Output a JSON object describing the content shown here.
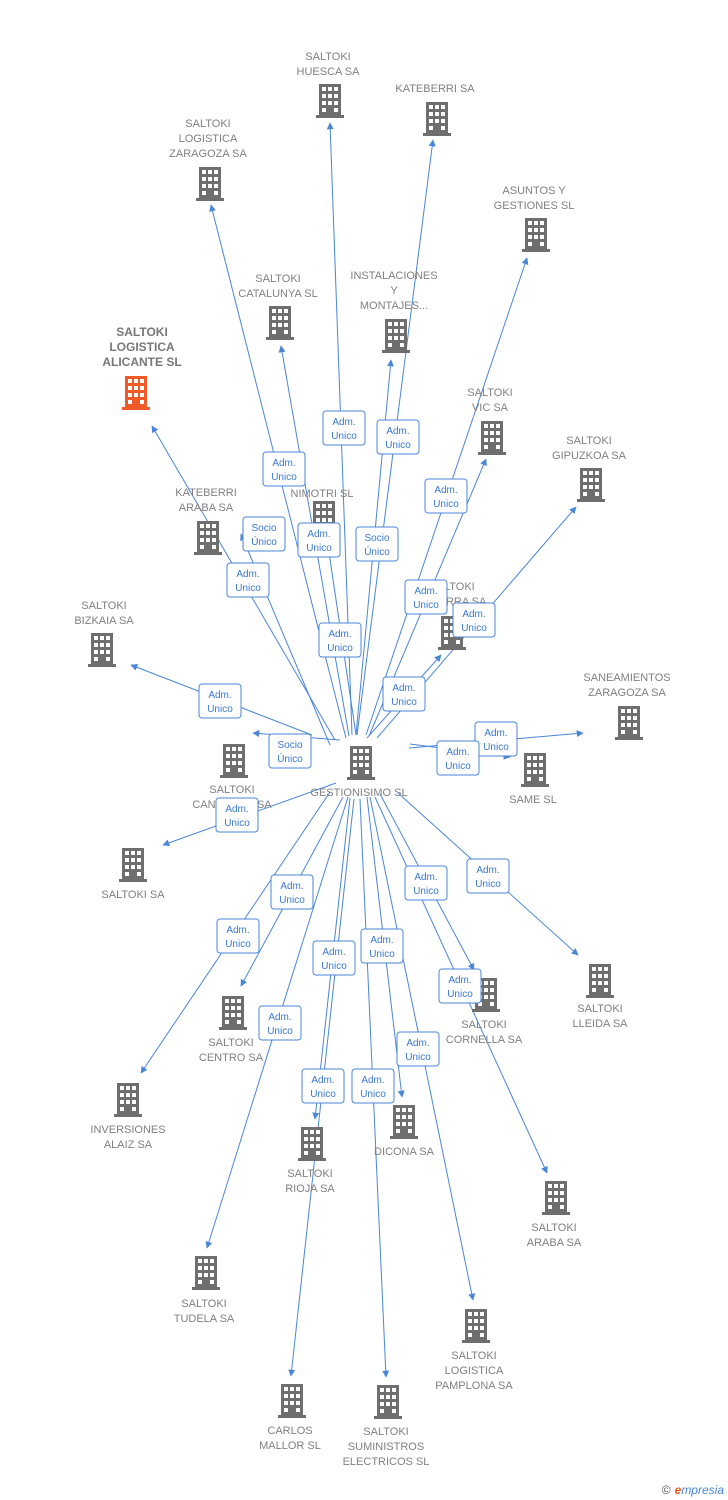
{
  "colors": {
    "edge": "#4a86d6",
    "building": "#6e6e6e",
    "focus_building": "#f05a28"
  },
  "nodes": [
    {
      "id": "gestionisimo",
      "lines": [
        "GESTIONISIMO SL"
      ]
    },
    {
      "id": "huesca",
      "lines": [
        "SALTOKI",
        "HUESCA SA"
      ]
    },
    {
      "id": "kateberri",
      "lines": [
        "KATEBERRI SA"
      ]
    },
    {
      "id": "zaragoza_log",
      "lines": [
        "SALTOKI",
        "LOGISTICA",
        "ZARAGOZA SA"
      ]
    },
    {
      "id": "asuntos",
      "lines": [
        "ASUNTOS Y",
        "GESTIONES SL"
      ]
    },
    {
      "id": "catalunya",
      "lines": [
        "SALTOKI",
        "CATALUNYA SL"
      ]
    },
    {
      "id": "instalaciones",
      "lines": [
        "INSTALACIONES",
        "Y",
        "MONTAJES..."
      ]
    },
    {
      "id": "alicante",
      "lines": [
        "SALTOKI",
        "LOGISTICA",
        "ALICANTE  SL"
      ],
      "focus": true
    },
    {
      "id": "vic",
      "lines": [
        "SALTOKI",
        "VIC SA"
      ]
    },
    {
      "id": "gipuzkoa",
      "lines": [
        "SALTOKI",
        "GIPUZKOA SA"
      ]
    },
    {
      "id": "kateberri_araba",
      "lines": [
        "KATEBERRI",
        "ARABA SA"
      ]
    },
    {
      "id": "nimotri",
      "lines": [
        "NIMOTRI SL"
      ]
    },
    {
      "id": "navarra",
      "lines": [
        "SALTOKI",
        "NAVARRA SA"
      ]
    },
    {
      "id": "bizkaia",
      "lines": [
        "SALTOKI",
        "BIZKAIA SA"
      ]
    },
    {
      "id": "saneamientos",
      "lines": [
        "SANEAMIENTOS",
        "ZARAGOZA SA"
      ]
    },
    {
      "id": "cantabria",
      "lines": [
        "SALTOKI",
        "CANTABRIA SA"
      ]
    },
    {
      "id": "same",
      "lines": [
        "SAME SL"
      ]
    },
    {
      "id": "saltoki_sa",
      "lines": [
        "SALTOKI SA"
      ]
    },
    {
      "id": "lleida",
      "lines": [
        "SALTOKI",
        "LLEIDA SA"
      ]
    },
    {
      "id": "cornella",
      "lines": [
        "SALTOKI",
        "CORNELLA SA"
      ]
    },
    {
      "id": "centro",
      "lines": [
        "SALTOKI",
        "CENTRO SA"
      ]
    },
    {
      "id": "alaiz",
      "lines": [
        "INVERSIONES",
        "ALAIZ SA"
      ]
    },
    {
      "id": "dicona",
      "lines": [
        "DICONA SA"
      ]
    },
    {
      "id": "rioja",
      "lines": [
        "SALTOKI",
        "RIOJA SA"
      ]
    },
    {
      "id": "araba",
      "lines": [
        "SALTOKI",
        "ARABA SA"
      ]
    },
    {
      "id": "tudela",
      "lines": [
        "SALTOKI",
        "TUDELA SA"
      ]
    },
    {
      "id": "pamplona",
      "lines": [
        "SALTOKI",
        "LOGISTICA",
        "PAMPLONA SA"
      ]
    },
    {
      "id": "mallor",
      "lines": [
        "CARLOS",
        "MALLOR SL"
      ]
    },
    {
      "id": "suministros",
      "lines": [
        "SALTOKI",
        "SUMINISTROS",
        "ELECTRICOS SL"
      ]
    }
  ],
  "edges": [
    {
      "from": "gestionisimo",
      "to": "huesca",
      "label": [
        "Adm.",
        "Unico"
      ]
    },
    {
      "from": "gestionisimo",
      "to": "kateberri",
      "label": [
        "Adm.",
        "Unico"
      ]
    },
    {
      "from": "gestionisimo",
      "to": "zaragoza_log",
      "label": [
        "Adm.",
        "Unico"
      ]
    },
    {
      "from": "gestionisimo",
      "to": "asuntos",
      "label": [
        "Adm.",
        "Unico"
      ]
    },
    {
      "from": "gestionisimo",
      "to": "catalunya",
      "label": [
        "Adm.",
        "Unico"
      ]
    },
    {
      "from": "gestionisimo",
      "to": "instalaciones",
      "label": [
        "Socio",
        "Único"
      ]
    },
    {
      "from": "gestionisimo",
      "to": "alicante",
      "label": [
        "Adm.",
        "Unico"
      ]
    },
    {
      "from": "gestionisimo",
      "to": "vic",
      "label": [
        "Adm.",
        "Unico"
      ]
    },
    {
      "from": "gestionisimo",
      "to": "gipuzkoa",
      "label": [
        "Adm.",
        "Unico"
      ]
    },
    {
      "from": "gestionisimo",
      "to": "kateberri_araba",
      "label": [
        "Socio",
        "Único"
      ]
    },
    {
      "from": "gestionisimo",
      "to": "nimotri",
      "label": [
        "Adm.",
        "Unico"
      ]
    },
    {
      "from": "gestionisimo",
      "to": "navarra",
      "label": [
        "Adm.",
        "Unico"
      ]
    },
    {
      "from": "gestionisimo",
      "to": "bizkaia",
      "label": [
        "Adm.",
        "Unico"
      ]
    },
    {
      "from": "gestionisimo",
      "to": "saneamientos",
      "label": [
        "Adm.",
        "Unico"
      ]
    },
    {
      "from": "gestionisimo",
      "to": "cantabria",
      "label": [
        "Socio",
        "Único"
      ]
    },
    {
      "from": "gestionisimo",
      "to": "same",
      "label": [
        "Adm.",
        "Unico"
      ]
    },
    {
      "from": "gestionisimo",
      "to": "saltoki_sa",
      "label": [
        "Adm.",
        "Unico"
      ]
    },
    {
      "from": "gestionisimo",
      "to": "lleida",
      "label": [
        "Adm.",
        "Unico"
      ]
    },
    {
      "from": "gestionisimo",
      "to": "cornella",
      "label": [
        "Adm.",
        "Unico"
      ]
    },
    {
      "from": "gestionisimo",
      "to": "centro",
      "label": [
        "Adm.",
        "Unico"
      ]
    },
    {
      "from": "gestionisimo",
      "to": "alaiz",
      "label": [
        "Adm.",
        "Unico"
      ]
    },
    {
      "from": "gestionisimo",
      "to": "dicona",
      "label": [
        "Adm.",
        "Unico"
      ]
    },
    {
      "from": "gestionisimo",
      "to": "rioja",
      "label": [
        "Adm.",
        "Unico"
      ]
    },
    {
      "from": "gestionisimo",
      "to": "araba",
      "label": [
        "Adm.",
        "Unico"
      ]
    },
    {
      "from": "gestionisimo",
      "to": "tudela",
      "label": [
        "Adm.",
        "Unico"
      ]
    },
    {
      "from": "gestionisimo",
      "to": "pamplona",
      "label": [
        "Adm.",
        "Unico"
      ]
    },
    {
      "from": "gestionisimo",
      "to": "mallor",
      "label": [
        "Adm.",
        "Unico"
      ]
    },
    {
      "from": "gestionisimo",
      "to": "suministros",
      "label": [
        "Adm.",
        "Unico"
      ]
    }
  ],
  "footer": {
    "copyright": "©",
    "brand_initial": "e",
    "brand_rest": "mpresia"
  }
}
